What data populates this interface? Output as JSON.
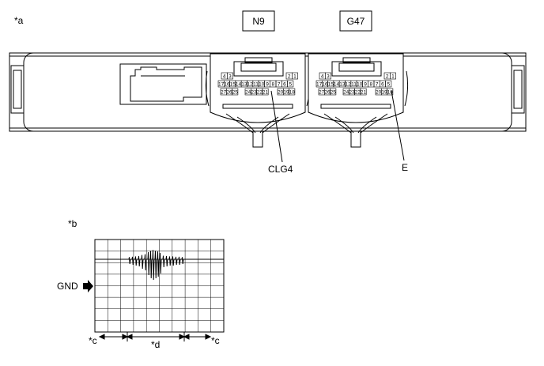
{
  "labels": {
    "a": "*a",
    "b": "*b",
    "c_left": "*c",
    "c_right": "*c",
    "d": "*d",
    "gnd": "GND",
    "clg4": "CLG4",
    "e": "E"
  },
  "connectors": [
    {
      "id": "N9",
      "rows": [
        [
          "4",
          "3",
          "2",
          "1"
        ],
        [
          "17",
          "16",
          "15",
          "14",
          "13",
          "12",
          "11",
          "10",
          "9",
          "8",
          "7",
          "6",
          "5"
        ],
        [
          "27",
          "26",
          "25",
          "24",
          "23",
          "22",
          "21",
          "20",
          "19",
          "18"
        ]
      ]
    },
    {
      "id": "G47",
      "rows": [
        [
          "4",
          "3",
          "2",
          "1"
        ],
        [
          "17",
          "16",
          "15",
          "14",
          "13",
          "12",
          "11",
          "10",
          "9",
          "8",
          "7",
          "6",
          "5"
        ],
        [
          "27",
          "26",
          "25",
          "24",
          "23",
          "22",
          "21",
          "20",
          "19",
          "18"
        ]
      ]
    }
  ]
}
